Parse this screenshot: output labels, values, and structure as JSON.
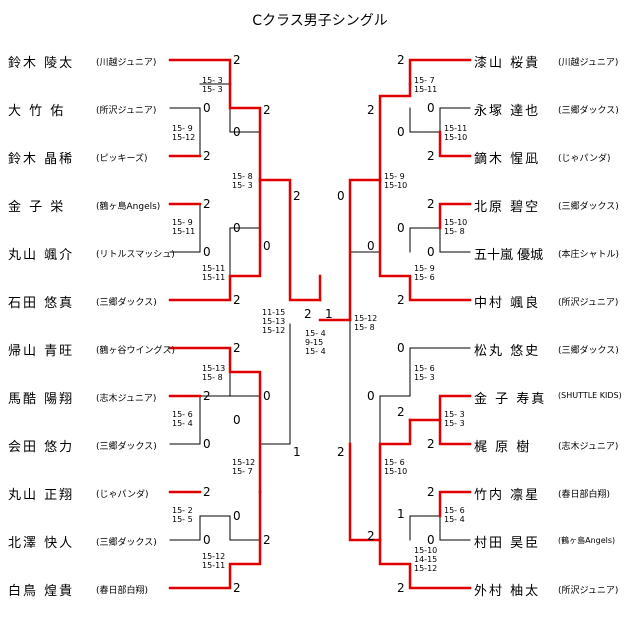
{
  "title": "Cクラス男子シングル",
  "players_left": [
    {
      "name": "鈴木 陵太",
      "club": "(川越ジュニア)"
    },
    {
      "name": "大 竹   佑",
      "club": "(所沢ジュニア)"
    },
    {
      "name": "鈴木 晶稀",
      "club": "(ピッキーズ)"
    },
    {
      "name": "金 子   栄",
      "club": "(鶴ヶ島Angels)"
    },
    {
      "name": "丸山 颯介",
      "club": "(リトルスマッシュ)"
    },
    {
      "name": "石田 悠真",
      "club": "(三郷ダックス)"
    },
    {
      "name": "帰山 青旺",
      "club": "(鶴ヶ谷ウイングス)"
    },
    {
      "name": "馬酷 陽翔",
      "club": "(志木ジュニア)"
    },
    {
      "name": "会田 悠力",
      "club": "(三郷ダックス)"
    },
    {
      "name": "丸山 正翔",
      "club": "(じゃパンダ)"
    },
    {
      "name": "北澤 快人",
      "club": "(三郷ダックス)"
    },
    {
      "name": "白鳥 煌貴",
      "club": "(春日部白翔)"
    }
  ],
  "players_right": [
    {
      "name": "漆山 桜貴",
      "club": "(川越ジュニア)"
    },
    {
      "name": "永塚 達也",
      "club": "(三郷ダックス)"
    },
    {
      "name": "鏑木 惺凪",
      "club": "(じゃパンダ)"
    },
    {
      "name": "北原 碧空",
      "club": "(三郷ダックス)"
    },
    {
      "name": "五十嵐 優城",
      "club": "(本庄シャトル)"
    },
    {
      "name": "中村 颯良",
      "club": "(所沢ジュニア)"
    },
    {
      "name": "松丸 悠史",
      "club": "(三郷ダックス)"
    },
    {
      "name": "金 子 寿真",
      "club": "(SHUTTLE KIDS)"
    },
    {
      "name": "梶 原   樹",
      "club": "(志木ジュニア)"
    },
    {
      "name": "竹内 凛星",
      "club": "(春日部白翔)"
    },
    {
      "name": "村田 昊臣",
      "club": "(鶴ヶ島Angels)"
    },
    {
      "name": "外村 柚太",
      "club": "(所沢ジュニア)"
    }
  ],
  "scores": {
    "l_a": "15- 3\n15- 3",
    "l_b": "15- 9\n15-12",
    "l_c": "15- 8\n15- 3",
    "l_d": "15- 9\n15-11",
    "l_e": "15-11\n15-11",
    "l_f": "15-13\n15- 8",
    "l_g": "15- 6\n15- 4",
    "l_h": "15-12\n15- 7",
    "l_i": "15- 2\n15- 5",
    "l_j": "15-12\n15-11",
    "l_semi": "11-15\n15-13\n15-12",
    "final": "15- 4\n9-15\n15- 4",
    "r_a": "15- 7\n15-11",
    "r_b": "15-11\n15-10",
    "r_c": "15- 9\n15-10",
    "r_d": "15-10\n15- 8",
    "r_e": "15- 9\n15- 6",
    "r_semi": "15-12\n15- 8",
    "r_f": "15- 6\n15- 3",
    "r_g": "15- 3\n15- 3",
    "r_h": "15- 6\n15-10",
    "r_i": "15- 6\n15- 4",
    "r_j": "15-10\n14-15\n15-12"
  },
  "results": {
    "l1": "2",
    "l2": "0",
    "l3": "0",
    "l4": "2",
    "l5": "2",
    "l6": "2",
    "l7": "2",
    "l8": "0",
    "l9": "0",
    "l10": "2",
    "l11": "0",
    "l12": "2",
    "l13": "0",
    "l14": "2",
    "l15": "2",
    "l16": "0",
    "l17": "0",
    "l18": "2",
    "l19": "0",
    "l20": "1",
    "l21": "2",
    "l22": "2",
    "l23": "0",
    "l24": "2",
    "l25": "2",
    "r1": "2",
    "r2": "0",
    "r3": "0",
    "r4": "2",
    "r5": "2",
    "r6": "2",
    "r7": "0",
    "r8": "0",
    "r9": "0",
    "r10": "2",
    "r11": "2",
    "r12": "1",
    "r13": "0",
    "r14": "2",
    "r15": "0",
    "r16": "2",
    "r17": "0",
    "r18": "2",
    "r19": "2",
    "r20": "0",
    "r21": "1",
    "r22": "2",
    "r23": "2"
  }
}
